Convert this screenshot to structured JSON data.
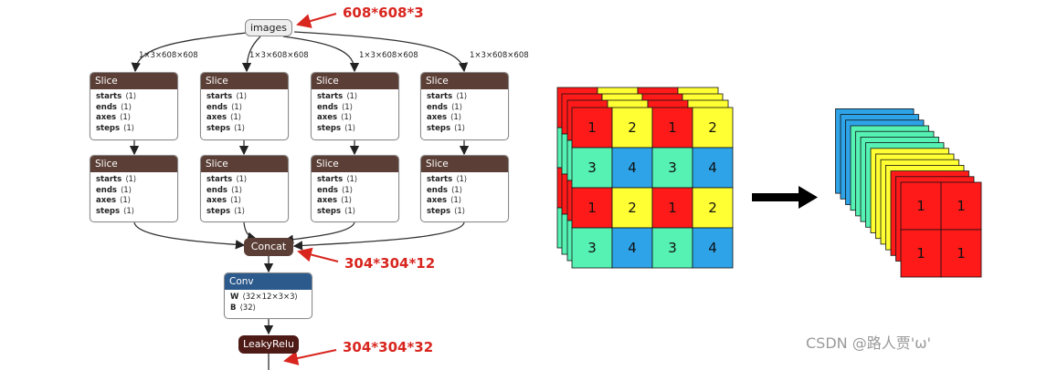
{
  "graph": {
    "input_node": "images",
    "edge_labels": [
      "1×3×608×608",
      "1×3×608×608",
      "1×3×608×608",
      "1×3×608×608"
    ],
    "slice_row1": [
      {
        "title": "Slice",
        "attrs": [
          {
            "k": "starts",
            "v": "⟨1⟩"
          },
          {
            "k": "ends",
            "v": "⟨1⟩"
          },
          {
            "k": "axes",
            "v": "⟨1⟩"
          },
          {
            "k": "steps",
            "v": "⟨1⟩"
          }
        ]
      },
      {
        "title": "Slice",
        "attrs": [
          {
            "k": "starts",
            "v": "⟨1⟩"
          },
          {
            "k": "ends",
            "v": "⟨1⟩"
          },
          {
            "k": "axes",
            "v": "⟨1⟩"
          },
          {
            "k": "steps",
            "v": "⟨1⟩"
          }
        ]
      },
      {
        "title": "Slice",
        "attrs": [
          {
            "k": "starts",
            "v": "⟨1⟩"
          },
          {
            "k": "ends",
            "v": "⟨1⟩"
          },
          {
            "k": "axes",
            "v": "⟨1⟩"
          },
          {
            "k": "steps",
            "v": "⟨1⟩"
          }
        ]
      },
      {
        "title": "Slice",
        "attrs": [
          {
            "k": "starts",
            "v": "⟨1⟩"
          },
          {
            "k": "ends",
            "v": "⟨1⟩"
          },
          {
            "k": "axes",
            "v": "⟨1⟩"
          },
          {
            "k": "steps",
            "v": "⟨1⟩"
          }
        ]
      }
    ],
    "slice_row2": [
      {
        "title": "Slice",
        "attrs": [
          {
            "k": "starts",
            "v": "⟨1⟩"
          },
          {
            "k": "ends",
            "v": "⟨1⟩"
          },
          {
            "k": "axes",
            "v": "⟨1⟩"
          },
          {
            "k": "steps",
            "v": "⟨1⟩"
          }
        ]
      },
      {
        "title": "Slice",
        "attrs": [
          {
            "k": "starts",
            "v": "⟨1⟩"
          },
          {
            "k": "ends",
            "v": "⟨1⟩"
          },
          {
            "k": "axes",
            "v": "⟨1⟩"
          },
          {
            "k": "steps",
            "v": "⟨1⟩"
          }
        ]
      },
      {
        "title": "Slice",
        "attrs": [
          {
            "k": "starts",
            "v": "⟨1⟩"
          },
          {
            "k": "ends",
            "v": "⟨1⟩"
          },
          {
            "k": "axes",
            "v": "⟨1⟩"
          },
          {
            "k": "steps",
            "v": "⟨1⟩"
          }
        ]
      },
      {
        "title": "Slice",
        "attrs": [
          {
            "k": "starts",
            "v": "⟨1⟩"
          },
          {
            "k": "ends",
            "v": "⟨1⟩"
          },
          {
            "k": "axes",
            "v": "⟨1⟩"
          },
          {
            "k": "steps",
            "v": "⟨1⟩"
          }
        ]
      }
    ],
    "concat_node": "Concat",
    "conv": {
      "title": "Conv",
      "attrs": [
        {
          "k": "W",
          "v": "⟨32×12×3×3⟩"
        },
        {
          "k": "B",
          "v": "⟨32⟩"
        }
      ]
    },
    "leaky_node": "LeakyRelu"
  },
  "annotations": {
    "input_shape": "608*608*3",
    "concat_shape": "304*304*12",
    "leaky_shape": "304*304*32"
  },
  "grid": {
    "top_row": [
      "1",
      "2",
      "1",
      "2"
    ],
    "row2": [
      "3",
      "4",
      "3",
      "4"
    ],
    "row3": [
      "1",
      "2",
      "1",
      "2"
    ],
    "row4": [
      "3",
      "4",
      "3",
      "4"
    ]
  },
  "result_cells": [
    "1",
    "1",
    "1",
    "1"
  ],
  "colors": {
    "slice_header": "#5b3f36",
    "conv_header": "#2c5a8c",
    "leaky_header": "#4d1a16",
    "concat_fill": "#5b3f36",
    "annotation_red": "#d8261f",
    "cell_1": "#ff1a1a",
    "cell_2": "#ffff33",
    "cell_3": "#55f2b4",
    "cell_4": "#2ea3e8"
  },
  "watermark": "CSDN @路人贾'ω'"
}
